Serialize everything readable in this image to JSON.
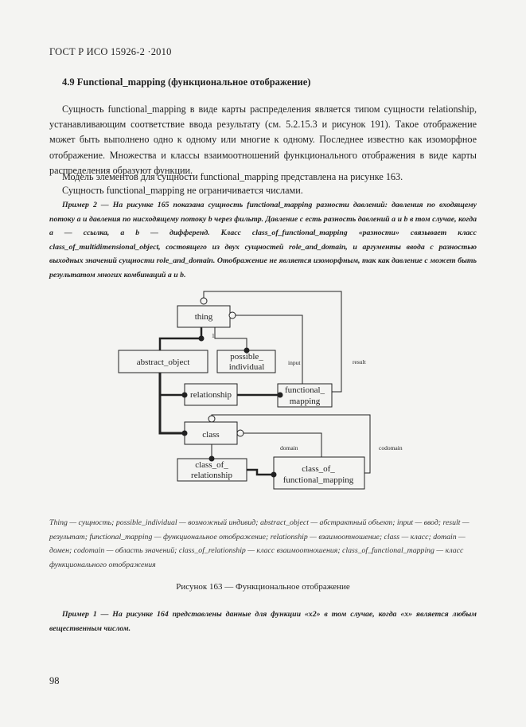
{
  "header": "ГОСТ Р ИСО 15926-2 ·2010",
  "section_title": "4.9 Functional_mapping (функциональное отображение)",
  "paragraphs": {
    "p1": "Сущность functional_mapping в виде карты распределения является типом сущности relationship, устанавливающим соответствие ввода результату (см. 5.2.15.3 и рисунок 191). Такое отображение может быть выполнено одно к одному или многие к одному. Последнее известно как изоморфное отображение. Множества и классы взаимоотношений функционального отображения в виде карты распределения образуют функции.",
    "p2": "Модель элементов для сущности functional_mapping представлена на рисунке 163.",
    "p3": "Сущность functional_mapping не ограничивается числами."
  },
  "example2": "Пример 2 — На рисунке 165 показана сущность functional_mapping разности давлений: давления по входящему потоку a и давления по нисходящему потоку b через фильтр. Давление с есть разность давлений a и b в том случае, когда a — ссылка, a b — дифференд. Класс class_of_functional_mapping «разности» связывает класс class_of_multidimensional_object, состоящего из двух сущностей role_and_domain, и аргументы ввода с разностью выходных значений сущности role_and_domain. Отображение не является изоморфным, так как давление с может быть результатом многих комбинаций a и b.",
  "diagram": {
    "thing": "thing",
    "abstract_object": "abstract_object",
    "possible_line1": "possible_",
    "possible_line2": "individual",
    "relationship": "relationship",
    "functional_line1": "functional_",
    "functional_line2": "mapping",
    "class": "class",
    "cor_line1": "class_of_",
    "cor_line2": "relationship",
    "cofm_line1": "class_of_",
    "cofm_line2": "functional_mapping",
    "input": "input",
    "result": "result",
    "domain": "domain",
    "codomain": "codomain",
    "one_marker": "1"
  },
  "legend": "Thing — сущность; possible_individual — возможный индивид; abstract_object — абстрактный объект; input — ввод; result — результат; functional_mapping — функциональное отображение; relationship — взаимоотношение; class — класс; domain — домен; codomain — область значений; class_of_relationship — класс взаимоотношения; class_of_functional_mapping — класс функционального отображения",
  "caption": "Рисунок 163 — Функциональное отображение",
  "example1": "Пример 1 — На рисунке 164 представлены данные для функции «x2» в том случае, когда «x» является любым вещественным числом.",
  "page_number": "98"
}
